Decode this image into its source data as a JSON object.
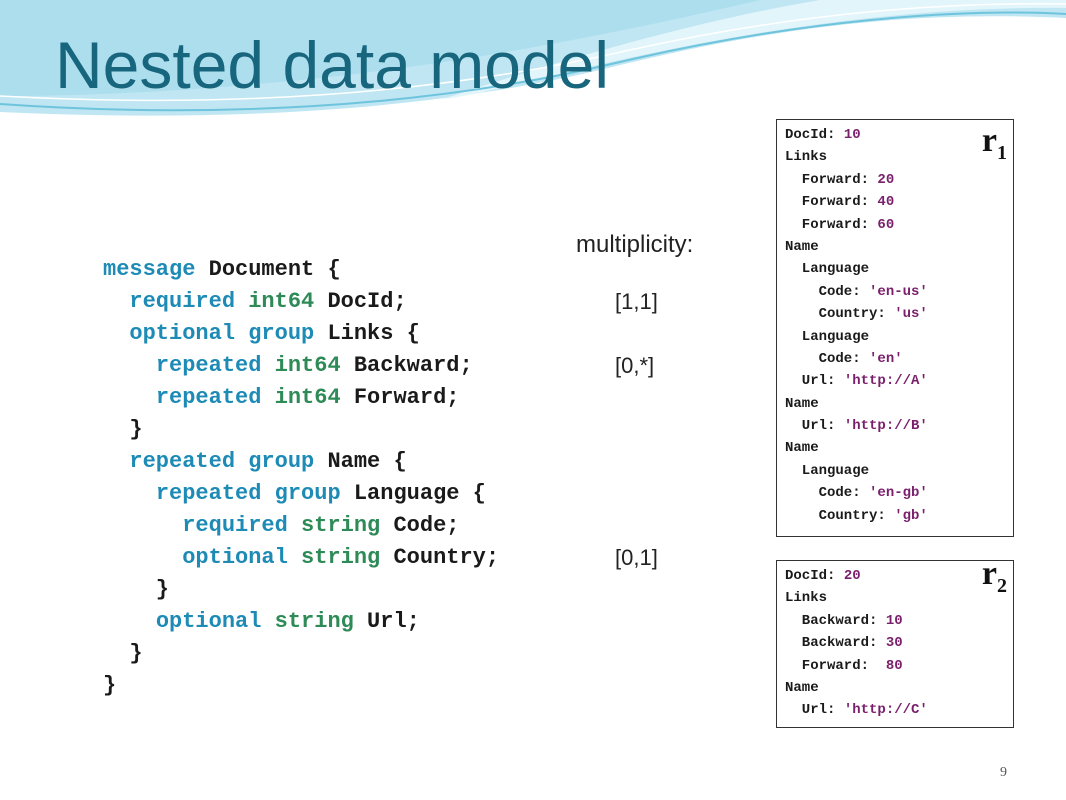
{
  "slide": {
    "title": "Nested data model",
    "multiplicity_heading": "multiplicity:",
    "page_number": "9"
  },
  "schema": {
    "lines": [
      [
        {
          "t": "message",
          "c": "kw"
        },
        {
          "t": " Document {",
          "c": "p"
        }
      ],
      [
        {
          "t": "  ",
          "c": "p"
        },
        {
          "t": "required",
          "c": "kw"
        },
        {
          "t": " ",
          "c": "p"
        },
        {
          "t": "int64",
          "c": "ty"
        },
        {
          "t": " DocId;",
          "c": "p"
        }
      ],
      [
        {
          "t": "  ",
          "c": "p"
        },
        {
          "t": "optional",
          "c": "kw"
        },
        {
          "t": " ",
          "c": "p"
        },
        {
          "t": "group",
          "c": "kw"
        },
        {
          "t": " Links {",
          "c": "p"
        }
      ],
      [
        {
          "t": "    ",
          "c": "p"
        },
        {
          "t": "repeated",
          "c": "kw"
        },
        {
          "t": " ",
          "c": "p"
        },
        {
          "t": "int64",
          "c": "ty"
        },
        {
          "t": " Backward;",
          "c": "p"
        }
      ],
      [
        {
          "t": "    ",
          "c": "p"
        },
        {
          "t": "repeated",
          "c": "kw"
        },
        {
          "t": " ",
          "c": "p"
        },
        {
          "t": "int64",
          "c": "ty"
        },
        {
          "t": " Forward;",
          "c": "p"
        }
      ],
      [
        {
          "t": "  }",
          "c": "p"
        }
      ],
      [
        {
          "t": "  ",
          "c": "p"
        },
        {
          "t": "repeated",
          "c": "kw"
        },
        {
          "t": " ",
          "c": "p"
        },
        {
          "t": "group",
          "c": "kw"
        },
        {
          "t": " Name {",
          "c": "p"
        }
      ],
      [
        {
          "t": "    ",
          "c": "p"
        },
        {
          "t": "repeated",
          "c": "kw"
        },
        {
          "t": " ",
          "c": "p"
        },
        {
          "t": "group",
          "c": "kw"
        },
        {
          "t": " Language {",
          "c": "p"
        }
      ],
      [
        {
          "t": "      ",
          "c": "p"
        },
        {
          "t": "required",
          "c": "kw"
        },
        {
          "t": " ",
          "c": "p"
        },
        {
          "t": "string",
          "c": "ty"
        },
        {
          "t": " Code;",
          "c": "p"
        }
      ],
      [
        {
          "t": "      ",
          "c": "p"
        },
        {
          "t": "optional",
          "c": "kw"
        },
        {
          "t": " ",
          "c": "p"
        },
        {
          "t": "string",
          "c": "ty"
        },
        {
          "t": " Country;",
          "c": "p"
        }
      ],
      [
        {
          "t": "    }",
          "c": "p"
        }
      ],
      [
        {
          "t": "    ",
          "c": "p"
        },
        {
          "t": "optional",
          "c": "kw"
        },
        {
          "t": " ",
          "c": "p"
        },
        {
          "t": "string",
          "c": "ty"
        },
        {
          "t": " Url;",
          "c": "p"
        }
      ],
      [
        {
          "t": "  }",
          "c": "p"
        }
      ],
      [
        {
          "t": "}",
          "c": "p"
        }
      ]
    ],
    "multiplicity_annotations": [
      {
        "line": 1,
        "text": "[1,1]"
      },
      {
        "line": 3,
        "text": "[0,*]"
      },
      {
        "line": 9,
        "text": "[0,1]"
      }
    ]
  },
  "records": [
    {
      "label": "r",
      "label_sub": "1",
      "lines": [
        [
          {
            "t": "DocId: "
          },
          {
            "t": "10",
            "v": true
          }
        ],
        [
          {
            "t": "Links"
          }
        ],
        [
          {
            "t": "  Forward: "
          },
          {
            "t": "20",
            "v": true
          }
        ],
        [
          {
            "t": "  Forward: "
          },
          {
            "t": "40",
            "v": true
          }
        ],
        [
          {
            "t": "  Forward: "
          },
          {
            "t": "60",
            "v": true
          }
        ],
        [
          {
            "t": "Name"
          }
        ],
        [
          {
            "t": "  Language"
          }
        ],
        [
          {
            "t": "    Code: "
          },
          {
            "t": "'en-us'",
            "v": true
          }
        ],
        [
          {
            "t": "    Country: "
          },
          {
            "t": "'us'",
            "v": true
          }
        ],
        [
          {
            "t": "  Language"
          }
        ],
        [
          {
            "t": "    Code: "
          },
          {
            "t": "'en'",
            "v": true
          }
        ],
        [
          {
            "t": "  Url: "
          },
          {
            "t": "'http://A'",
            "v": true
          }
        ],
        [
          {
            "t": "Name"
          }
        ],
        [
          {
            "t": "  Url: "
          },
          {
            "t": "'http://B'",
            "v": true
          }
        ],
        [
          {
            "t": "Name"
          }
        ],
        [
          {
            "t": "  Language"
          }
        ],
        [
          {
            "t": "    Code: "
          },
          {
            "t": "'en-gb'",
            "v": true
          }
        ],
        [
          {
            "t": "    Country: "
          },
          {
            "t": "'gb'",
            "v": true
          }
        ]
      ]
    },
    {
      "label": "r",
      "label_sub": "2",
      "lines": [
        [
          {
            "t": "DocId: "
          },
          {
            "t": "20",
            "v": true
          }
        ],
        [
          {
            "t": "Links"
          }
        ],
        [
          {
            "t": "  Backward: "
          },
          {
            "t": "10",
            "v": true
          }
        ],
        [
          {
            "t": "  Backward: "
          },
          {
            "t": "30",
            "v": true
          }
        ],
        [
          {
            "t": "  Forward:  "
          },
          {
            "t": "80",
            "v": true
          }
        ],
        [
          {
            "t": "Name"
          }
        ],
        [
          {
            "t": "  Url: "
          },
          {
            "t": "'http://C'",
            "v": true
          }
        ]
      ]
    }
  ],
  "colors": {
    "title": "#17667d",
    "keyword": "#1d8bb5",
    "type": "#2e8b57",
    "value": "#7a1f6b"
  }
}
